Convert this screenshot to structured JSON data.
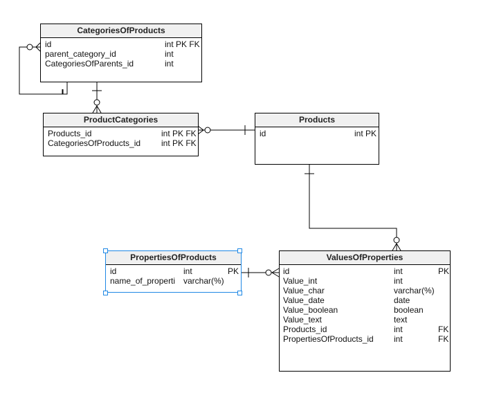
{
  "entities": {
    "categories_of_products": {
      "title": "CategoriesOfProducts",
      "rows": [
        {
          "name": "id",
          "type": "int PK FK"
        },
        {
          "name": "parent_category_id",
          "type": "int"
        },
        {
          "name": "CategoriesOfParents_id",
          "type": "int"
        }
      ]
    },
    "product_categories": {
      "title": "ProductCategories",
      "rows": [
        {
          "name": "Products_id",
          "type": "int PK FK"
        },
        {
          "name": "CategoriesOfProducts_id",
          "type": "int PK FK"
        }
      ]
    },
    "products": {
      "title": "Products",
      "rows": [
        {
          "name": "id",
          "type": "int PK"
        }
      ]
    },
    "properties_of_products": {
      "title": "PropertiesOfProducts",
      "rows": [
        {
          "name": "id",
          "type": "int",
          "key": "PK"
        },
        {
          "name": "name_of_properti",
          "type": "varchar(%)",
          "key": ""
        }
      ]
    },
    "values_of_properties": {
      "title": "ValuesOfProperties",
      "rows": [
        {
          "name": "id",
          "type": "int",
          "key": "PK"
        },
        {
          "name": "Value_int",
          "type": "int",
          "key": ""
        },
        {
          "name": "Value_char",
          "type": "varchar(%)",
          "key": ""
        },
        {
          "name": "Value_date",
          "type": "date",
          "key": ""
        },
        {
          "name": "Value_boolean",
          "type": "boolean",
          "key": ""
        },
        {
          "name": "Value_text",
          "type": "text",
          "key": ""
        },
        {
          "name": "Products_id",
          "type": "int",
          "key": "FK"
        },
        {
          "name": "PropertiesOfProducts_id",
          "type": "int",
          "key": "FK"
        }
      ]
    }
  },
  "colors": {
    "line": "#000000",
    "header_bg": "#f0f0f0",
    "selection": "#1e88e5"
  }
}
